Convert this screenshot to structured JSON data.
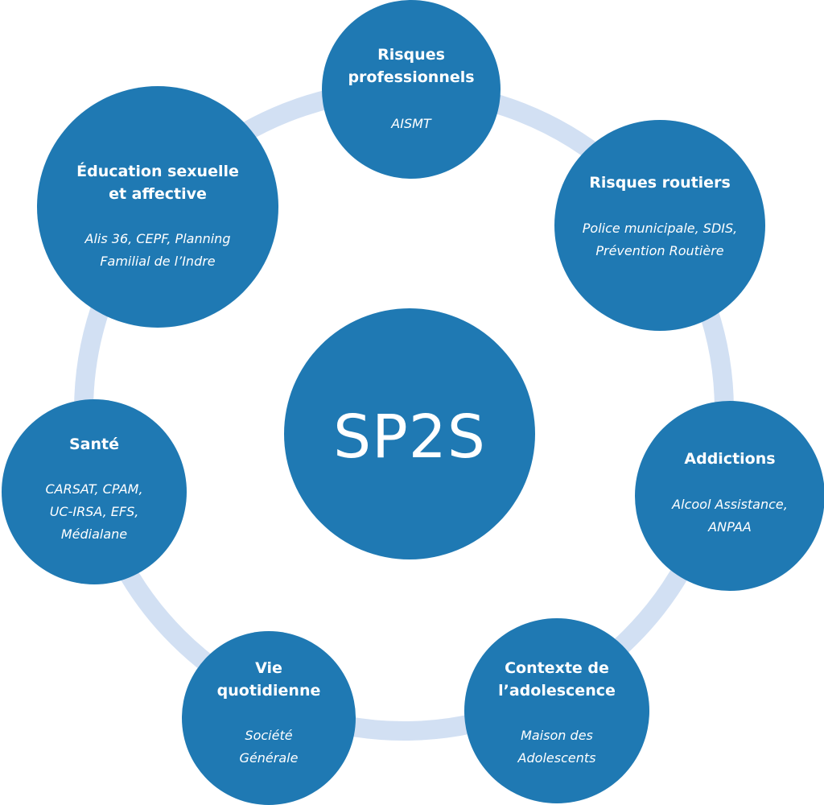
{
  "center": {
    "title": "SP2S"
  },
  "nodes": {
    "risques_professionnels": {
      "title": "Risques\nprofessionnels",
      "partners": "AISMT"
    },
    "risques_routiers": {
      "title": "Risques routiers",
      "partners": "Police municipale, SDIS,\nPrévention Routière"
    },
    "addictions": {
      "title": "Addictions",
      "partners": "Alcool Assistance,\nANPAA"
    },
    "contexte_adolescence": {
      "title": "Contexte de\nl’adolescence",
      "partners": "Maison des\nAdolescents"
    },
    "vie_quotidienne": {
      "title": "Vie\nquotidienne",
      "partners": "Société\nGénérale"
    },
    "sante": {
      "title": "Santé",
      "partners": "CARSAT, CPAM,\nUC-IRSA, EFS,\nMédialane"
    },
    "education_sexuelle": {
      "title": "Éducation sexuelle\net affective",
      "partners": "Alis 36, CEPF, Planning\nFamilial de l’Indre"
    }
  },
  "colors": {
    "node_fill": "#1f79b3",
    "ring": "#d2e0f3",
    "text": "#ffffff",
    "background": "#ffffff"
  }
}
